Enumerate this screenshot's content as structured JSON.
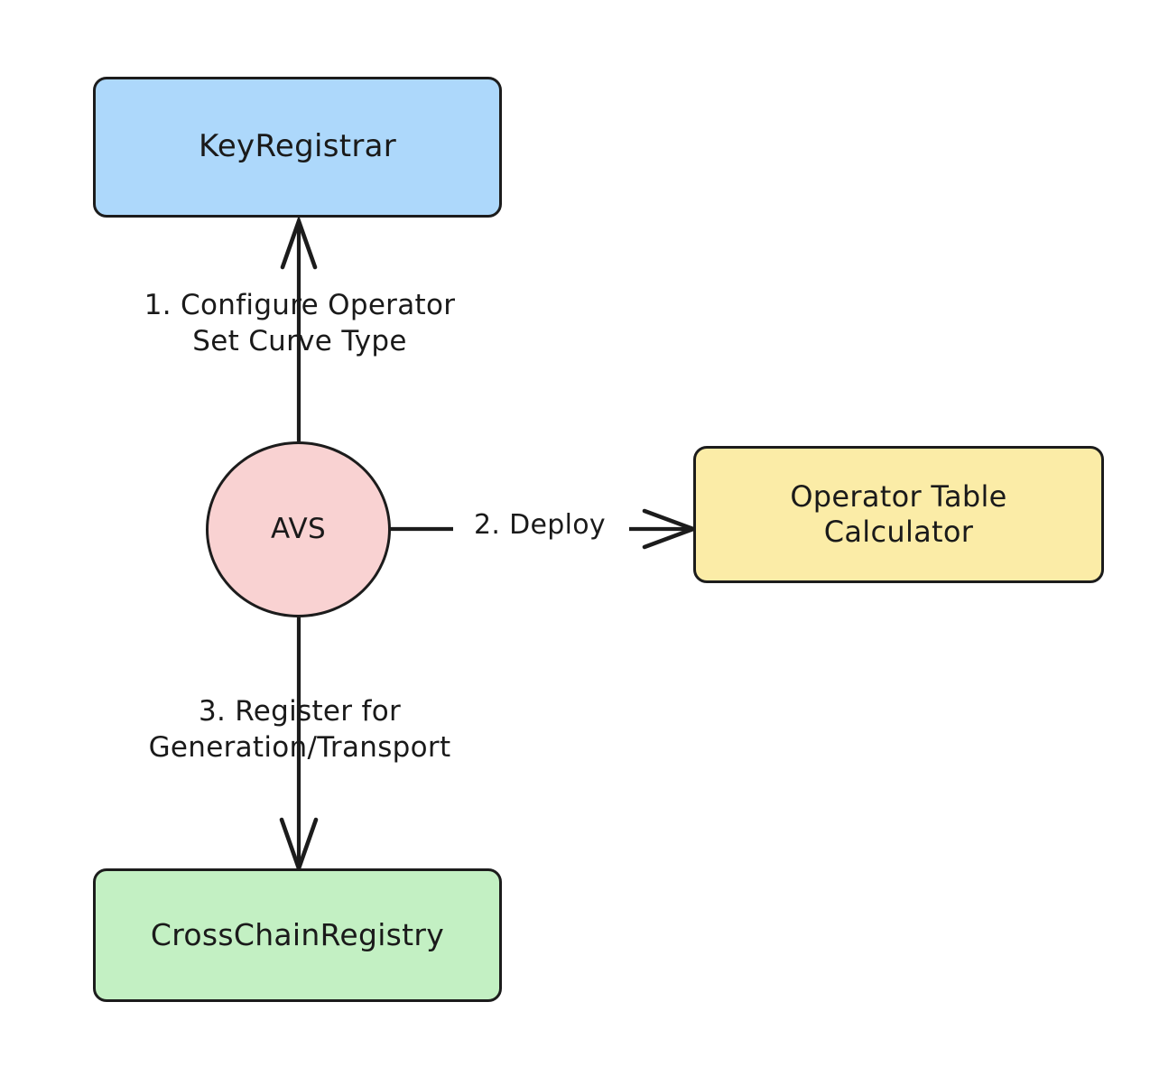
{
  "diagram": {
    "type": "flowchart",
    "title": "",
    "background": "#ffffff",
    "stroke_color": "#1c1c1c",
    "text_color": "#1a1a1a",
    "nodes": [
      {
        "id": "keyregistrar",
        "label": "KeyRegistrar",
        "shape": "rounded-rectangle",
        "fill": "#ADD8FB"
      },
      {
        "id": "avs",
        "label": "AVS",
        "shape": "circle",
        "fill": "#F9D2D2"
      },
      {
        "id": "operator_table_calculator",
        "label": "Operator Table\nCalculator",
        "shape": "rounded-rectangle",
        "fill": "#FBECA7"
      },
      {
        "id": "crosschainregistry",
        "label": "CrossChainRegistry",
        "shape": "rounded-rectangle",
        "fill": "#C3F0C3"
      }
    ],
    "edges": [
      {
        "id": "edge-1",
        "from": "avs",
        "to": "keyregistrar",
        "label": "1. Configure Operator\nSet Curve Type",
        "direction": "up",
        "arrowhead": "open"
      },
      {
        "id": "edge-2",
        "from": "avs",
        "to": "operator_table_calculator",
        "label": "2. Deploy",
        "direction": "right",
        "arrowhead": "open"
      },
      {
        "id": "edge-3",
        "from": "avs",
        "to": "crosschainregistry",
        "label": "3. Register for\nGeneration/Transport",
        "direction": "down",
        "arrowhead": "open"
      }
    ]
  }
}
